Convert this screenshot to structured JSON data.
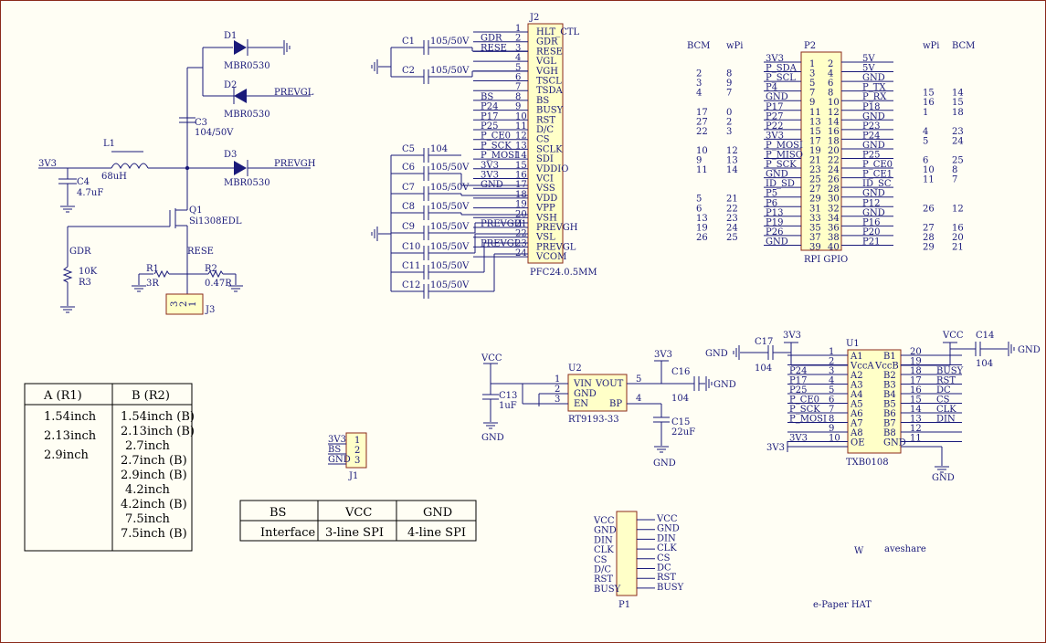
{
  "title": {
    "brand_letter": "W",
    "brand_small": "aveshare",
    "product": "e-Paper HAT"
  },
  "power": {
    "net_3v3": "3V3",
    "d1": "D1",
    "d1_part": "MBR0530",
    "d2": "D2",
    "d2_part": "MBR0530",
    "d3": "D3",
    "d3_part": "MBR0530",
    "prevgl": "PREVGL",
    "prevgh": "PREVGH",
    "c3": "C3",
    "c3_val": "104/50V",
    "l1": "L1",
    "l1_val": "68uH",
    "c4": "C4",
    "c4_val": "4.7uF",
    "q1": "Q1",
    "q1_part": "Si1308EDL",
    "gdr": "GDR",
    "rese": "RESE",
    "r3_val": "10K",
    "r3": "R3",
    "r1": "R1",
    "r1_val": "3R",
    "r2": "R2",
    "r2_val": "0.47R",
    "j3": "J3",
    "j3_pins": [
      "3",
      "2",
      "1"
    ]
  },
  "j2": {
    "ref": "J2",
    "part": "PFC24.0.5MM",
    "pins": [
      "HLT_CTL",
      "GDR",
      "RESE",
      "VGL",
      "VGH",
      "TSCL",
      "TSDA",
      "BS",
      "BUSY",
      "RST",
      "D/C",
      "CS",
      "SCLK",
      "SDI",
      "VDDIO",
      "VCI",
      "VSS",
      "VDD",
      "VPP",
      "VSH",
      "PREVGH",
      "VSL",
      "PREVGL",
      "VCOM"
    ],
    "left_nets": [
      "",
      "GDR",
      "RESE",
      "",
      "",
      "",
      "",
      "BS",
      "P24",
      "P17",
      "P25",
      "P_CE0",
      "P_SCK",
      "P_MOSI",
      "3V3",
      "3V3",
      "GND",
      "",
      "",
      "",
      "PREVGH",
      "",
      "PREVGL",
      ""
    ],
    "caps": [
      {
        "ref": "C1",
        "val": "105/50V"
      },
      {
        "ref": "C2",
        "val": "105/50V"
      },
      {
        "ref": "C5",
        "val": "104"
      },
      {
        "ref": "C6",
        "val": "105/50V"
      },
      {
        "ref": "C7",
        "val": "105/50V"
      },
      {
        "ref": "C8",
        "val": "105/50V"
      },
      {
        "ref": "C9",
        "val": "105/50V"
      },
      {
        "ref": "C10",
        "val": "105/50V"
      },
      {
        "ref": "C11",
        "val": "105/50V"
      },
      {
        "ref": "C12",
        "val": "105/50V"
      }
    ]
  },
  "p2": {
    "ref": "P2",
    "part": "RPI GPIO",
    "hdr_left": [
      "BCM",
      "wPi"
    ],
    "hdr_right": [
      "wPi",
      "BCM"
    ],
    "rows": [
      {
        "bl": "",
        "wl": "",
        "nl": "3V3",
        "pl": "1",
        "pr": "2",
        "nr": "5V",
        "wr": "",
        "br": ""
      },
      {
        "bl": "2",
        "wl": "8",
        "nl": "P_SDA",
        "pl": "3",
        "pr": "4",
        "nr": "5V",
        "wr": "",
        "br": ""
      },
      {
        "bl": "3",
        "wl": "9",
        "nl": "P_SCL",
        "pl": "5",
        "pr": "6",
        "nr": "GND",
        "wr": "",
        "br": ""
      },
      {
        "bl": "4",
        "wl": "7",
        "nl": "P4",
        "pl": "7",
        "pr": "8",
        "nr": "P_TX",
        "wr": "15",
        "br": "14"
      },
      {
        "bl": "",
        "wl": "",
        "nl": "GND",
        "pl": "9",
        "pr": "10",
        "nr": "P_RX",
        "wr": "16",
        "br": "15"
      },
      {
        "bl": "17",
        "wl": "0",
        "nl": "P17",
        "pl": "11",
        "pr": "12",
        "nr": "P18",
        "wr": "1",
        "br": "18"
      },
      {
        "bl": "27",
        "wl": "2",
        "nl": "P27",
        "pl": "13",
        "pr": "14",
        "nr": "GND",
        "wr": "",
        "br": ""
      },
      {
        "bl": "22",
        "wl": "3",
        "nl": "P22",
        "pl": "15",
        "pr": "16",
        "nr": "P23",
        "wr": "4",
        "br": "23"
      },
      {
        "bl": "",
        "wl": "",
        "nl": "3V3",
        "pl": "17",
        "pr": "18",
        "nr": "P24",
        "wr": "5",
        "br": "24"
      },
      {
        "bl": "10",
        "wl": "12",
        "nl": "P_MOSI",
        "pl": "19",
        "pr": "20",
        "nr": "GND",
        "wr": "",
        "br": ""
      },
      {
        "bl": "9",
        "wl": "13",
        "nl": "P_MISO",
        "pl": "21",
        "pr": "22",
        "nr": "P25",
        "wr": "6",
        "br": "25"
      },
      {
        "bl": "11",
        "wl": "14",
        "nl": "P_SCK",
        "pl": "23",
        "pr": "24",
        "nr": "P_CE0",
        "wr": "10",
        "br": "8"
      },
      {
        "bl": "",
        "wl": "",
        "nl": "GND",
        "pl": "25",
        "pr": "26",
        "nr": "P_CE1",
        "wr": "11",
        "br": "7"
      },
      {
        "bl": "",
        "wl": "",
        "nl": "ID_SD",
        "pl": "27",
        "pr": "28",
        "nr": "ID_SC",
        "wr": "",
        "br": ""
      },
      {
        "bl": "5",
        "wl": "21",
        "nl": "P5",
        "pl": "29",
        "pr": "30",
        "nr": "GND",
        "wr": "",
        "br": ""
      },
      {
        "bl": "6",
        "wl": "22",
        "nl": "P6",
        "pl": "31",
        "pr": "32",
        "nr": "P12",
        "wr": "26",
        "br": "12"
      },
      {
        "bl": "13",
        "wl": "23",
        "nl": "P13",
        "pl": "33",
        "pr": "34",
        "nr": "GND",
        "wr": "",
        "br": ""
      },
      {
        "bl": "19",
        "wl": "24",
        "nl": "P19",
        "pl": "35",
        "pr": "36",
        "nr": "P16",
        "wr": "27",
        "br": "16"
      },
      {
        "bl": "26",
        "wl": "25",
        "nl": "P26",
        "pl": "37",
        "pr": "38",
        "nr": "P20",
        "wr": "28",
        "br": "20"
      },
      {
        "bl": "",
        "wl": "",
        "nl": "GND",
        "pl": "39",
        "pr": "40",
        "nr": "P21",
        "wr": "29",
        "br": "21"
      }
    ]
  },
  "u1": {
    "ref": "U1",
    "part": "TXB0108",
    "left": [
      {
        "n": "1",
        "p": "A1",
        "net": ""
      },
      {
        "n": "2",
        "p": "VccA",
        "net": ""
      },
      {
        "n": "3",
        "p": "A2",
        "net": "P24"
      },
      {
        "n": "4",
        "p": "A3",
        "net": "P17"
      },
      {
        "n": "5",
        "p": "A4",
        "net": "P25"
      },
      {
        "n": "6",
        "p": "A5",
        "net": "P_CE0"
      },
      {
        "n": "7",
        "p": "A6",
        "net": "P_SCK"
      },
      {
        "n": "8",
        "p": "A7",
        "net": "P_MOSI"
      },
      {
        "n": "9",
        "p": "A8",
        "net": ""
      },
      {
        "n": "10",
        "p": "OE",
        "net": "3V3"
      }
    ],
    "right": [
      {
        "n": "20",
        "p": "B1",
        "net": ""
      },
      {
        "n": "19",
        "p": "VccB",
        "net": ""
      },
      {
        "n": "18",
        "p": "B2",
        "net": "BUSY"
      },
      {
        "n": "17",
        "p": "B3",
        "net": "RST"
      },
      {
        "n": "16",
        "p": "B4",
        "net": "DC"
      },
      {
        "n": "15",
        "p": "B5",
        "net": "CS"
      },
      {
        "n": "14",
        "p": "B6",
        "net": "CLK"
      },
      {
        "n": "13",
        "p": "B7",
        "net": "DIN"
      },
      {
        "n": "12",
        "p": "B8",
        "net": ""
      },
      {
        "n": "11",
        "p": "GND",
        "net": ""
      }
    ],
    "c17": "C17",
    "c17_val": "104",
    "c14": "C14",
    "c14_val": "104",
    "v3": "3V3",
    "vcc": "VCC",
    "gnd": "GND"
  },
  "u2": {
    "ref": "U2",
    "part": "RT9193-33",
    "vcc": "VCC",
    "v3": "3V3",
    "gnd": "GND",
    "pins_left": [
      {
        "n": "1",
        "p": "VIN"
      },
      {
        "n": "2",
        "p": "GND"
      },
      {
        "n": "3",
        "p": "EN"
      }
    ],
    "pins_right": [
      {
        "n": "5",
        "p": "VOUT"
      },
      {
        "n": "4",
        "p": "BP"
      }
    ],
    "c13": "C13",
    "c13_val": "1uF",
    "c16": "C16",
    "c16_val": "104",
    "c15": "C15",
    "c15_val": "22uF"
  },
  "j1": {
    "ref": "J1",
    "nets": [
      "3V3",
      "BS",
      "GND"
    ],
    "pins": [
      "1",
      "2",
      "3"
    ]
  },
  "p1": {
    "ref": "P1",
    "left": [
      "VCC",
      "GND",
      "DIN",
      "CLK",
      "CS",
      "D/C",
      "RST",
      "BUSY"
    ],
    "right": [
      "VCC",
      "GND",
      "DIN",
      "CLK",
      "CS",
      "DC",
      "RST",
      "BUSY"
    ]
  },
  "table1": {
    "headers": [
      "A (R1)",
      "B (R2)"
    ],
    "col_a": [
      "1.54inch",
      "2.13inch",
      "2.9inch"
    ],
    "col_b": [
      "1.54inch (B)",
      "2.13inch (B)",
      "2.7inch",
      "2.7inch (B)",
      "2.9inch (B)",
      "4.2inch",
      "4.2inch (B)",
      "7.5inch",
      "7.5inch (B)"
    ]
  },
  "table2": {
    "headers": [
      "BS",
      "VCC",
      "GND"
    ],
    "row": [
      "Interface",
      "3-line SPI",
      "4-line SPI"
    ]
  }
}
